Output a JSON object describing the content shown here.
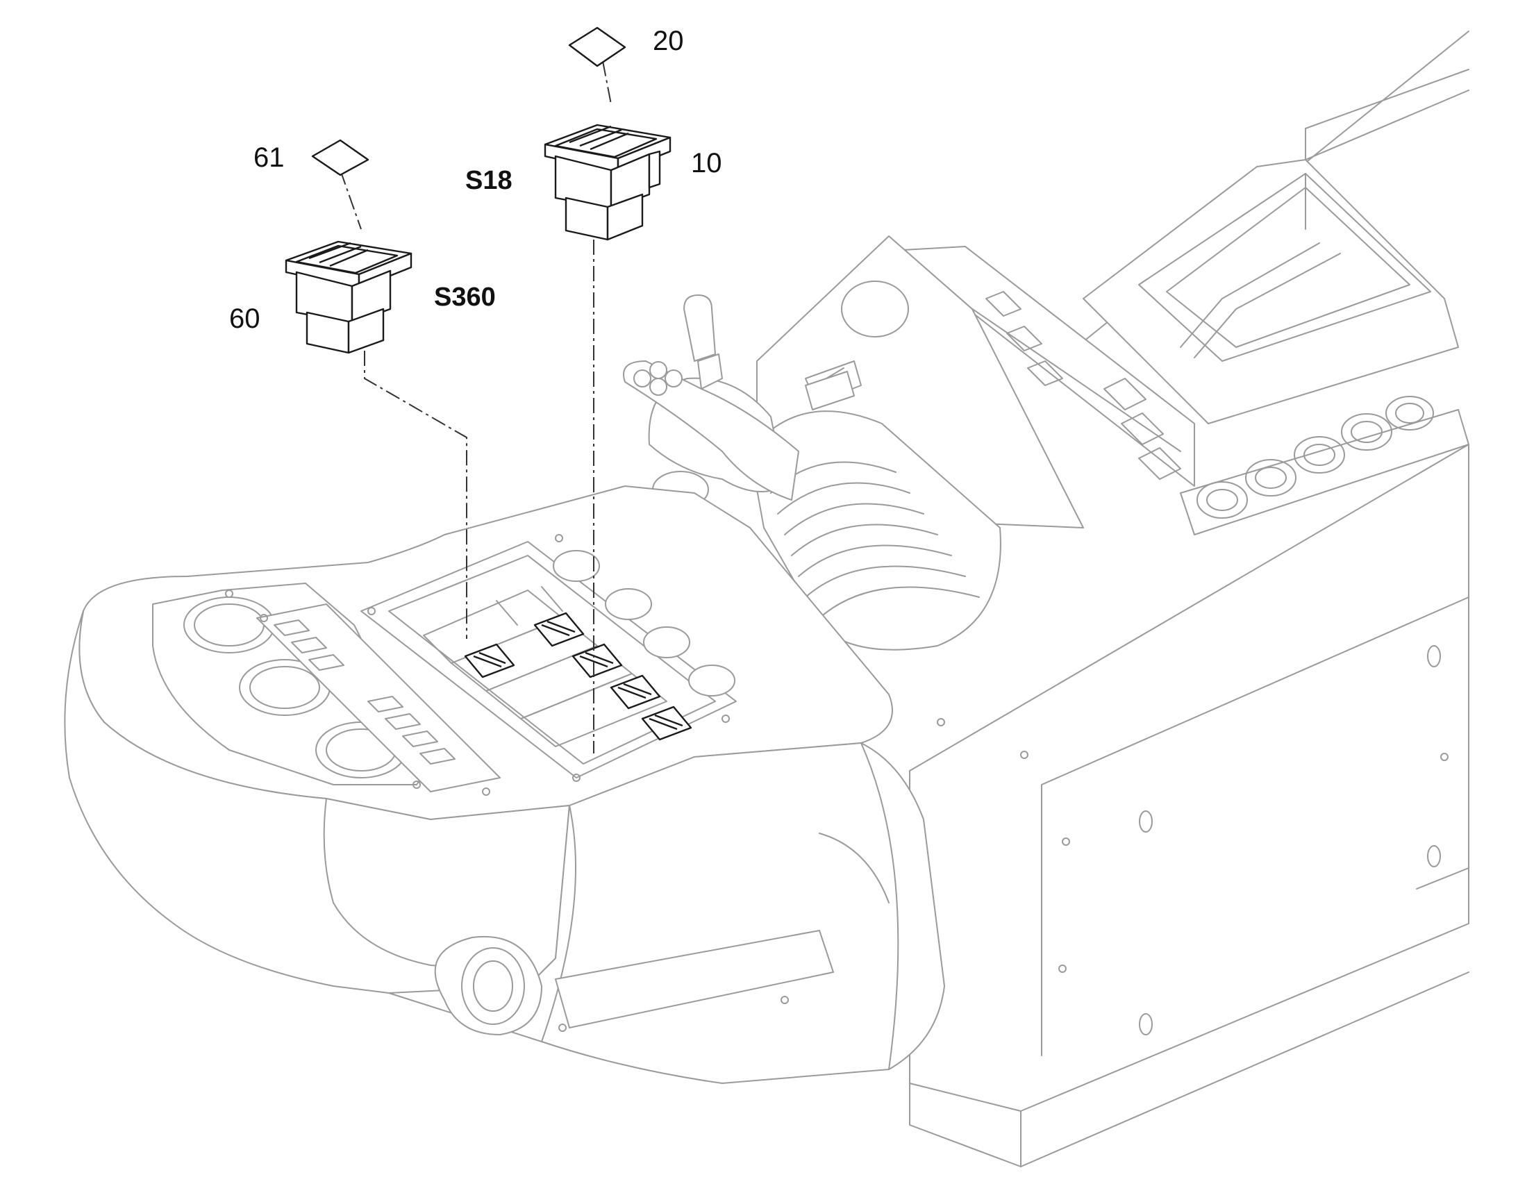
{
  "callouts": {
    "c20": "20",
    "c10": "10",
    "c61": "61",
    "c60": "60",
    "s18": "S18",
    "s360": "S360"
  },
  "colors": {
    "line": "#9a9a9a",
    "part": "#1a1a1a",
    "background": "#ffffff"
  }
}
